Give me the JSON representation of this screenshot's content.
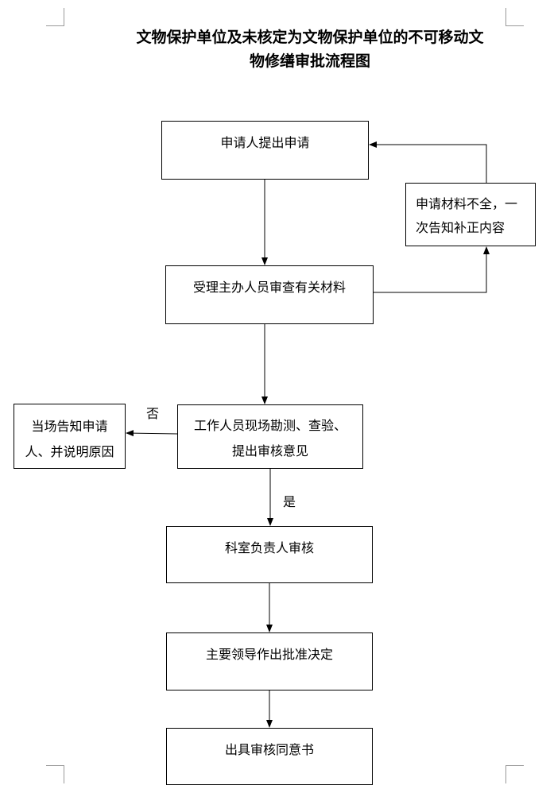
{
  "title": {
    "line1": "文物保护单位及未核定为文物保护单位的不可移动文",
    "line2": "物修缮审批流程图"
  },
  "steps": {
    "apply": "申请人提出申请",
    "review": "受理主办人员审查有关材料",
    "incomplete_line1": "申请材料不全，一",
    "incomplete_line2": "次告知补正内容",
    "survey_line1": "工作人员现场勘测、查验、",
    "survey_line2": "提出审核意见",
    "refuse_line1": "当场告知申请",
    "refuse_line2": "人、并说明原因",
    "section": "科室负责人审核",
    "leader": "主要领导作出批准决定",
    "issue": "出具审核同意书"
  },
  "labels": {
    "no": "否",
    "yes": "是"
  }
}
